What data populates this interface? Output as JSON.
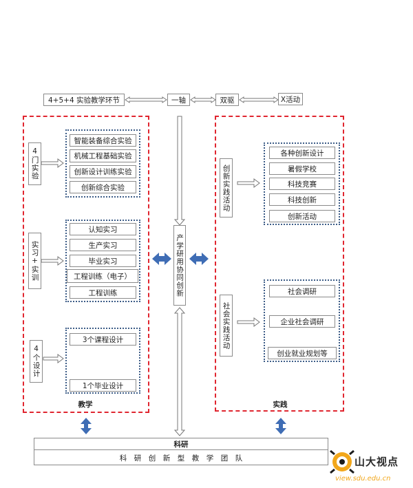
{
  "top_row": {
    "eval_label": "4+5+4 实验教学环节",
    "one_axis": "一轴",
    "dual_drive": "双驱",
    "x_activity": "X活动"
  },
  "teaching": {
    "label": "教学",
    "group1": {
      "side_label": "4门实验",
      "items": [
        "智能装备综合实验",
        "机械工程基础实验",
        "创新设计训练实验",
        "创新综合实验"
      ]
    },
    "group2": {
      "side_label": "实习+实训",
      "items": [
        "认知实习",
        "生产实习",
        "毕业实习",
        "工程训练（电子）",
        "工程训练"
      ]
    },
    "group3": {
      "side_label": "4个设计",
      "items": [
        "3个课程设计",
        "1个毕业设计"
      ]
    }
  },
  "center": {
    "label": "产学研用协同创新"
  },
  "practice": {
    "label": "实践",
    "group1": {
      "side_label": "创新实践活动",
      "items": [
        "各种创新设计",
        "暑假学校",
        "科技竞赛",
        "科技创新",
        "创新活动"
      ]
    },
    "group2": {
      "side_label": "社会实践活动",
      "items": [
        "社会调研",
        "企业社会调研",
        "创业就业规划等"
      ]
    }
  },
  "research": {
    "title": "科研",
    "subtitle": "科　研　创　新　型　教　学　团　队"
  },
  "watermark": {
    "brand": "山大视点",
    "url": "view.sdu.edu.cn"
  },
  "colors": {
    "dashed_border": "#e0252f",
    "dotted_border": "#3b5b86",
    "arrow_blue": "#3f6db5"
  }
}
